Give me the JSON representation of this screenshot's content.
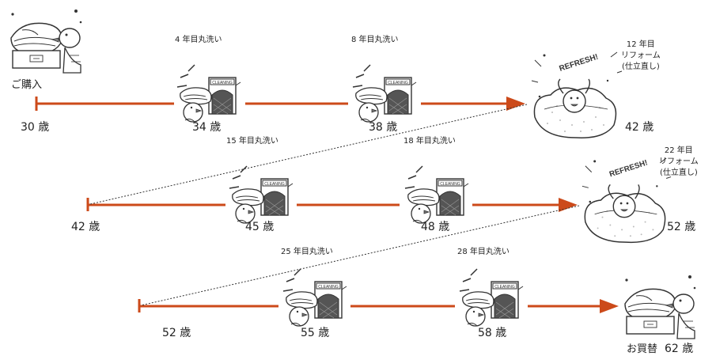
{
  "purchase_label": "ご購入",
  "replace_label": "お買替",
  "colors": {
    "timeline": "#cc4a1a",
    "ink": "#333333"
  },
  "icons": {
    "duvet_duck": "duvet-with-duck-icon",
    "cleaning_machine": "cleaning-machine-icon",
    "refresh_duck": "refresh-duck-icon"
  },
  "rows": [
    {
      "start_age": "30 歳",
      "wash1": {
        "label": "4 年目丸洗い",
        "age": "34 歳"
      },
      "wash2": {
        "label": "8 年目丸洗い",
        "age": "38 歳"
      },
      "end": {
        "label_line1": "12 年目",
        "label_line2": "リフォーム",
        "label_line3": "(仕立直し)",
        "age": "42 歳",
        "refresh_text": "REFRESH!"
      }
    },
    {
      "start_age": "42 歳",
      "wash1": {
        "label": "15 年目丸洗い",
        "age": "45 歳"
      },
      "wash2": {
        "label": "18 年目丸洗い",
        "age": "48 歳"
      },
      "end": {
        "label_line1": "22 年目",
        "label_line2": "リフォーム",
        "label_line3": "(仕立直し)",
        "age": "52 歳",
        "refresh_text": "REFRESH!"
      }
    },
    {
      "start_age": "52 歳",
      "wash1": {
        "label": "25 年目丸洗い",
        "age": "55 歳"
      },
      "wash2": {
        "label": "28 年目丸洗い",
        "age": "58 歳"
      },
      "end": {
        "age": "62 歳"
      }
    }
  ],
  "cleaning_sign": "CLEANING"
}
